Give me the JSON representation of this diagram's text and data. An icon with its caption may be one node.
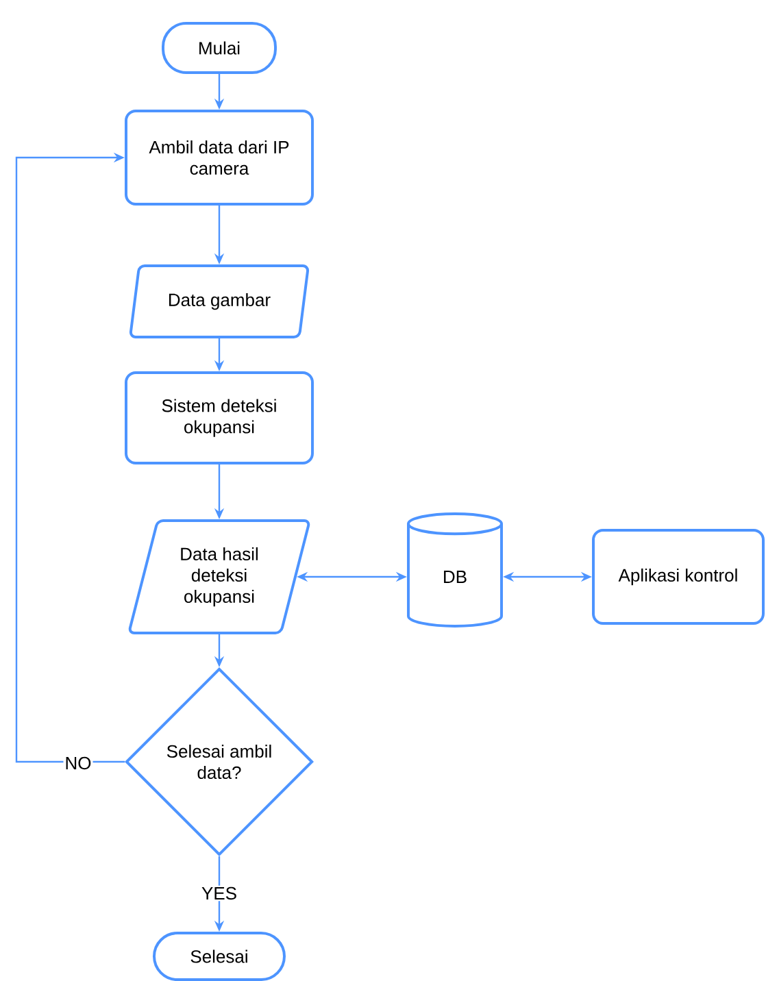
{
  "diagram": {
    "nodes": [
      {
        "text": [
          "Mulai"
        ]
      },
      {
        "text": [
          "Ambil data dari IP camera"
        ]
      },
      {
        "text": [
          "Data gambar"
        ]
      },
      {
        "text": [
          "Sistem deteksi okupansi"
        ]
      },
      {
        "text": [
          "Data hasil deteksi okupansi"
        ]
      },
      {
        "text": [
          "DB"
        ]
      },
      {
        "text": [
          "Aplikasi kontrol"
        ]
      },
      {
        "text": [
          "Selesai ambil data?"
        ]
      },
      {
        "text": [
          "Selesai"
        ]
      }
    ],
    "edges": [
      {
        "from": 0,
        "to": 1,
        "arrow": "to"
      },
      {
        "from": 1,
        "to": 2,
        "arrow": "to"
      },
      {
        "from": 2,
        "to": 3,
        "arrow": "to"
      },
      {
        "from": 3,
        "to": 4,
        "arrow": "to"
      },
      {
        "from": 4,
        "to": 5,
        "arrow": "both"
      },
      {
        "from": 5,
        "to": 6,
        "arrow": "both"
      },
      {
        "from": 4,
        "to": 7,
        "arrow": "to"
      },
      {
        "from": 7,
        "to": 8,
        "arrow": "to",
        "label": "YES"
      },
      {
        "from": 7,
        "to": 1,
        "arrow": "to",
        "label": "NO"
      }
    ]
  }
}
